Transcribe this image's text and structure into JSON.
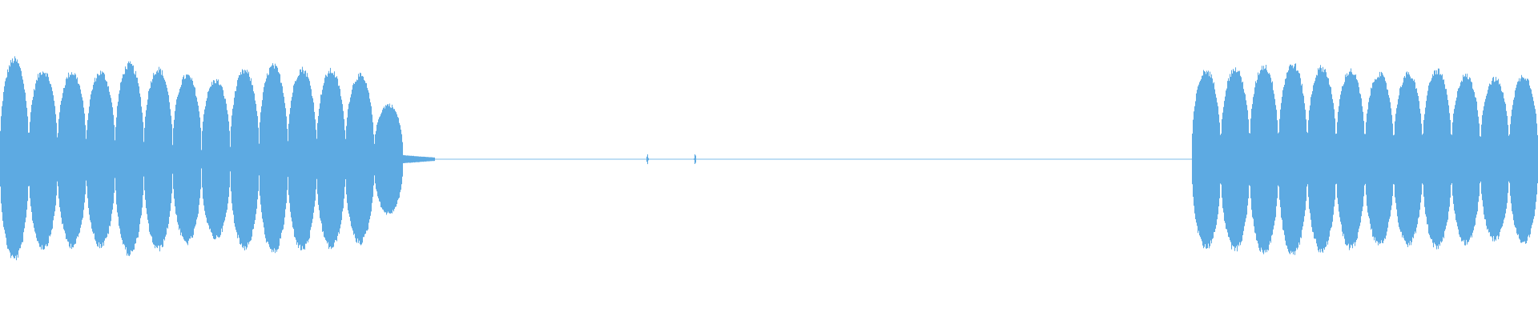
{
  "waveform": {
    "color": "#5DAAE2",
    "background": "#FFFFFF",
    "envelope": {
      "segment_1": {
        "t_start": 0.0,
        "t_end": 0.262,
        "pulses": 14,
        "peak_amplitudes": [
          0.62,
          0.55,
          0.54,
          0.54,
          0.59,
          0.56,
          0.52,
          0.49,
          0.55,
          0.58,
          0.56,
          0.55,
          0.52,
          0.34
        ],
        "trough_amplitude": 0.03
      },
      "tail": {
        "t_start": 0.262,
        "t_end": 0.283,
        "amplitude": 0.025
      },
      "silence": {
        "t_start": 0.283,
        "t_end": 0.775,
        "noise_amplitude": 0.002,
        "spikes": [
          {
            "t": 0.421,
            "amplitude": 0.035
          },
          {
            "t": 0.452,
            "amplitude": 0.04
          }
        ]
      },
      "segment_2": {
        "t_start": 0.775,
        "t_end": 1.0,
        "pulses": 12,
        "peak_amplitudes": [
          0.55,
          0.56,
          0.58,
          0.59,
          0.57,
          0.55,
          0.53,
          0.53,
          0.55,
          0.52,
          0.5,
          0.52
        ],
        "trough_amplitude": 0.03
      }
    }
  }
}
